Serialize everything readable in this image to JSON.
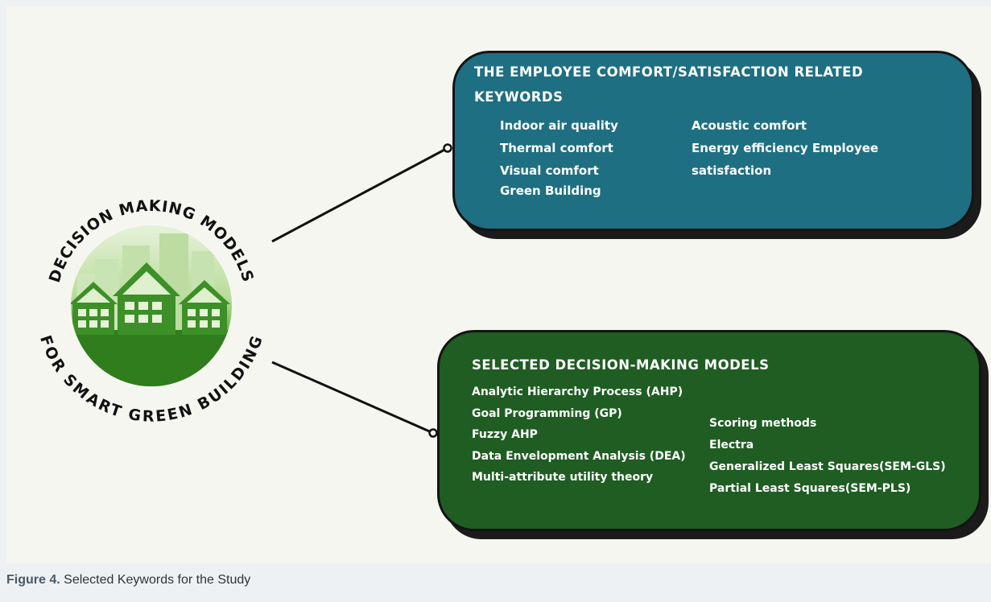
{
  "emblem": {
    "top_text": "DECISION MAKING MODELS",
    "bottom_text": "FOR SMART GREEN BUILDING"
  },
  "comfort_box": {
    "title": "THE EMPLOYEE COMFORT/SATISFACTION RELATED KEYWORDS",
    "column1": [
      "Indoor air quality",
      "Thermal comfort",
      "Visual comfort",
      "Green Building"
    ],
    "column2": [
      "Acoustic comfort",
      "Energy efficiency Employee",
      "satisfaction"
    ],
    "color": "#1e6f82"
  },
  "models_box": {
    "title": "SELECTED DECISION-MAKING MODELS",
    "column1": [
      "Analytic Hierarchy Process (AHP)",
      "Goal Programming (GP)",
      "Fuzzy AHP",
      "Data Envelopment Analysis (DEA)",
      "Multi-attribute utility theory"
    ],
    "column2": [
      "Scoring methods",
      "Electra",
      "Generalized Least Squares(SEM-GLS)",
      "Partial Least Squares(SEM-PLS)"
    ],
    "color": "#1f5d22"
  },
  "caption": {
    "label": "Figure 4.",
    "text": "Selected Keywords for the Study"
  }
}
